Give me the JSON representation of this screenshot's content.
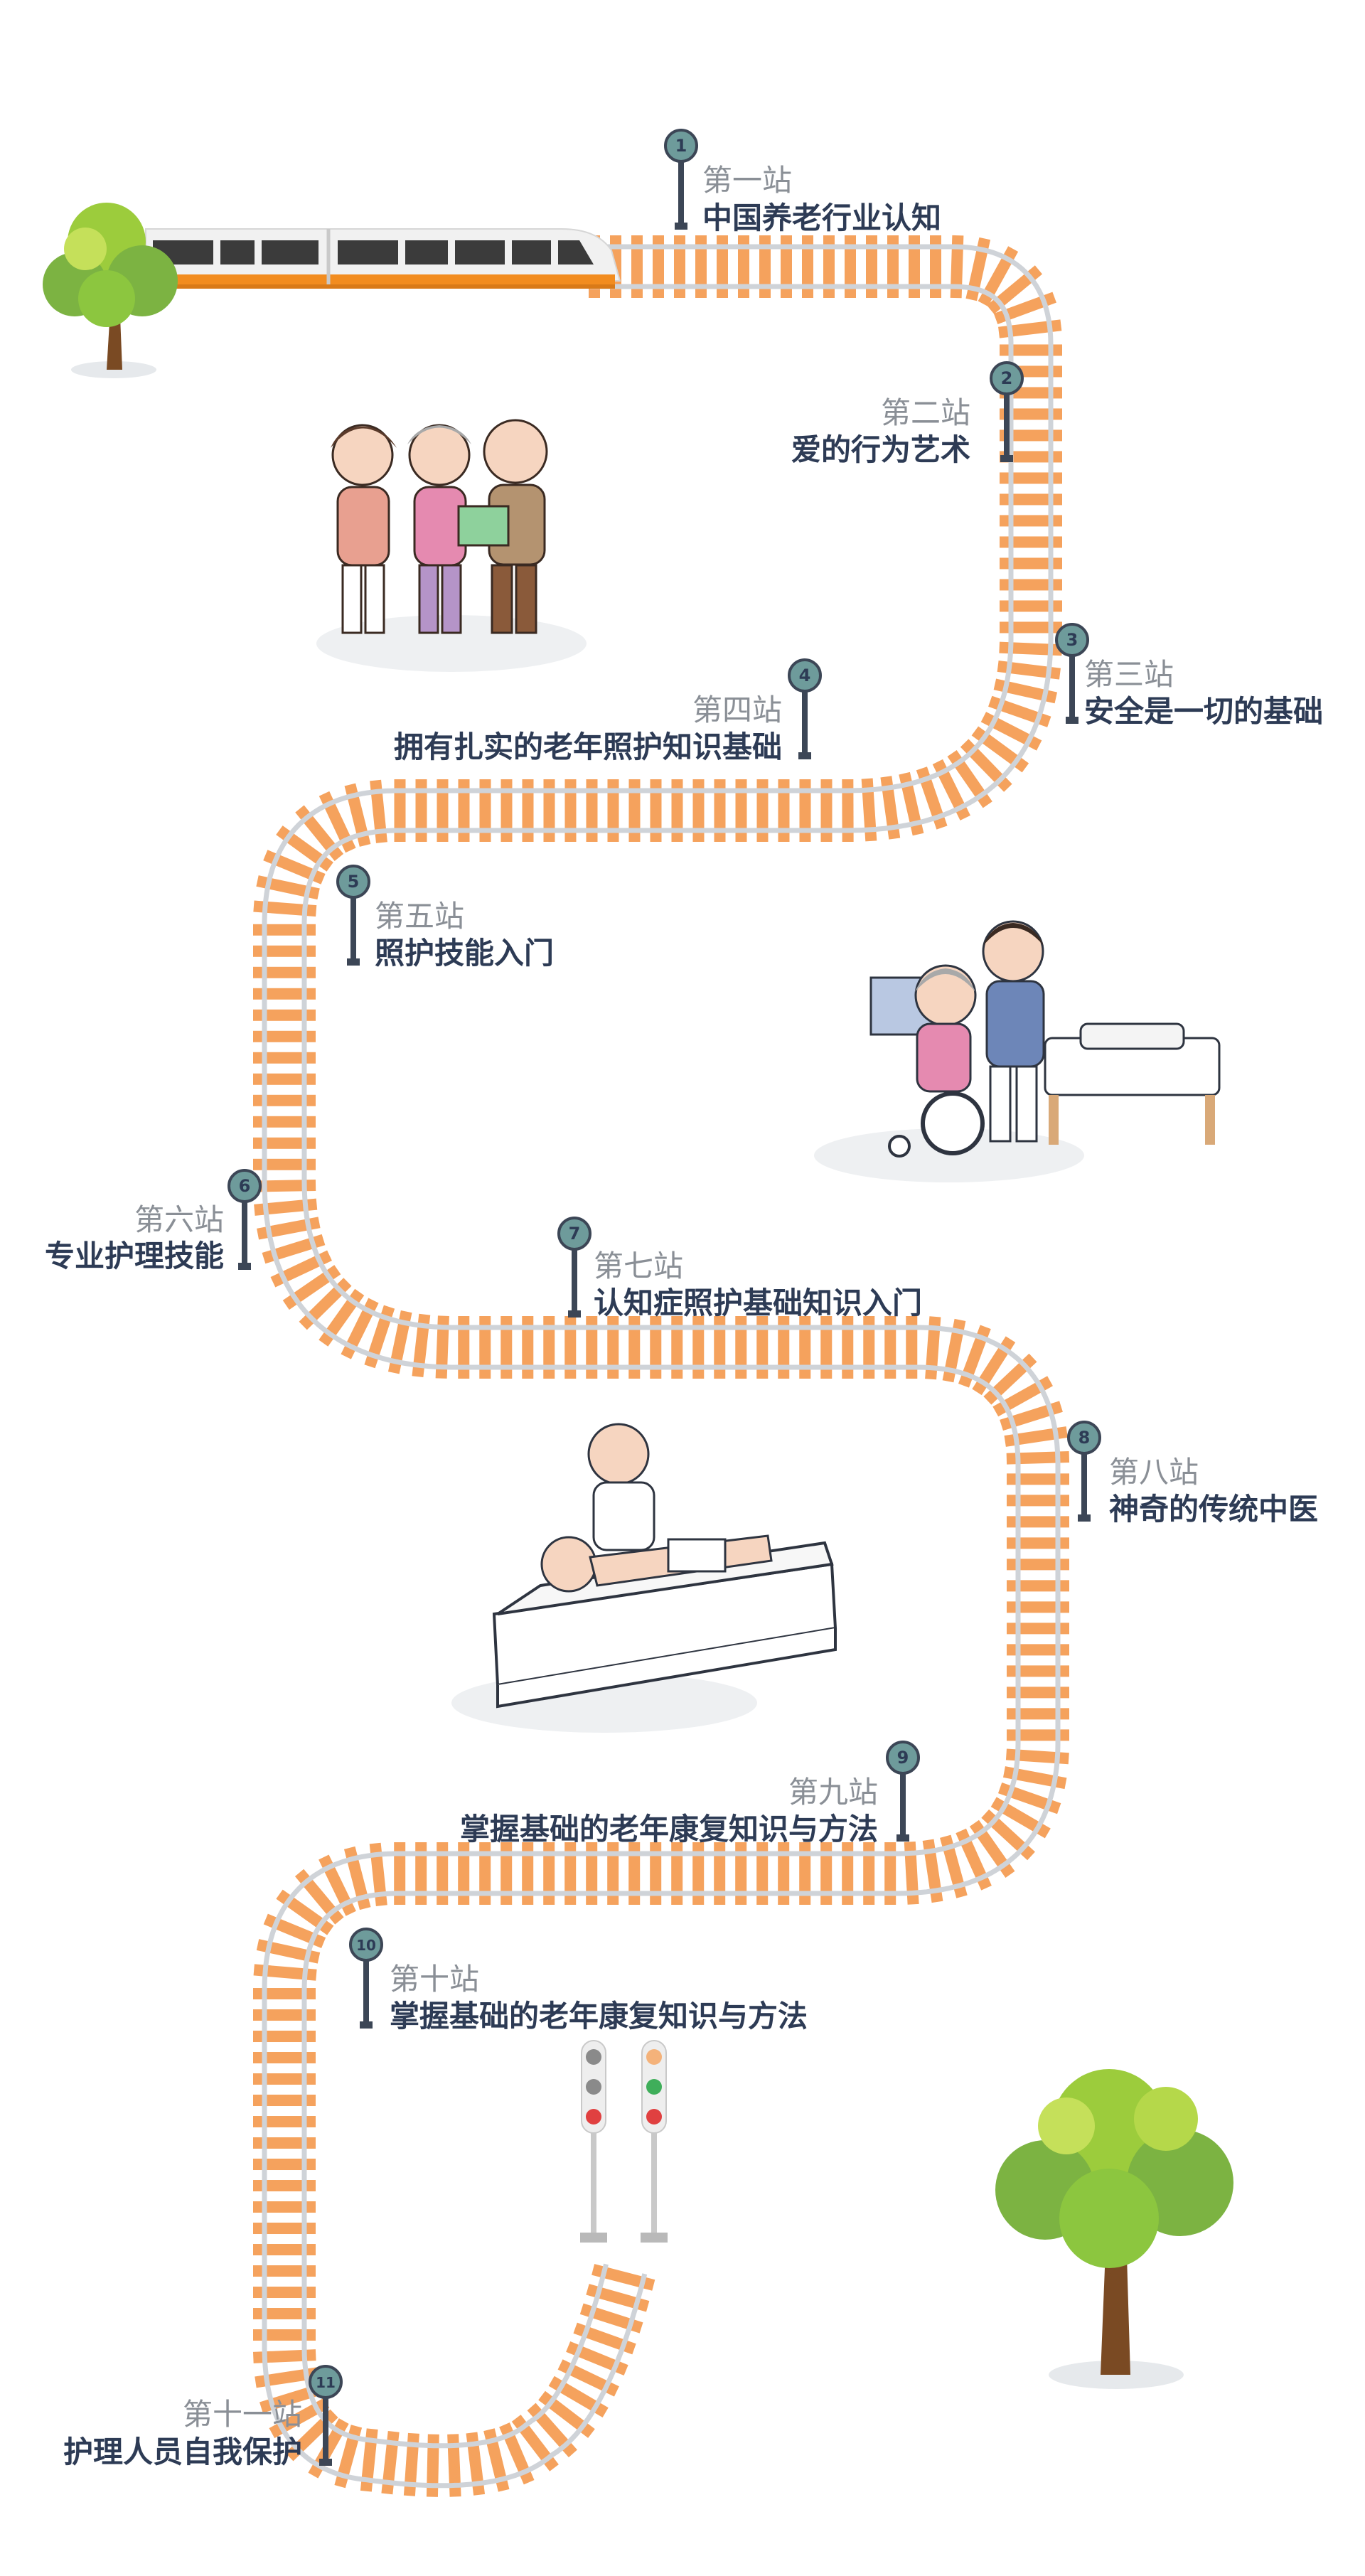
{
  "stations": [
    {
      "number": "1",
      "sub": "第一站",
      "title": "中国养老行业认知"
    },
    {
      "number": "2",
      "sub": "第二站",
      "title": "爱的行为艺术"
    },
    {
      "number": "3",
      "sub": "第三站",
      "title": "安全是一切的基础"
    },
    {
      "number": "4",
      "sub": "第四站",
      "title": "拥有扎实的老年照护知识基础"
    },
    {
      "number": "5",
      "sub": "第五站",
      "title": "照护技能入门"
    },
    {
      "number": "6",
      "sub": "第六站",
      "title": "专业护理技能"
    },
    {
      "number": "7",
      "sub": "第七站",
      "title": "认知症照护基础知识入门"
    },
    {
      "number": "8",
      "sub": "第八站",
      "title": "神奇的传统中医"
    },
    {
      "number": "9",
      "sub": "第九站",
      "title": "掌握基础的老年康复知识与方法"
    },
    {
      "number": "10",
      "sub": "第十站",
      "title": "掌握基础的老年康复知识与方法"
    },
    {
      "number": "11",
      "sub": "第十一站",
      "title": "护理人员自我保护"
    }
  ],
  "colors": {
    "sleeper": "#f5a25d",
    "rail": "#cfd3d8",
    "marker_fill": "#6e9b9b",
    "marker_pole": "#3c4656",
    "label_sub": "#8a8f96",
    "label_main": "#2d3b55",
    "train_body": "#f1f1f1",
    "train_stripe": "#f28c1f",
    "train_window": "#3b3b3b",
    "tree_leaf": "#8cc63f",
    "tree_trunk": "#7a4a23"
  },
  "illustrations": [
    "train-icon",
    "tree-icon",
    "singing-seniors-illustration",
    "caregiver-wheelchair-illustration",
    "massage-doctor-illustration",
    "traffic-signal-icon"
  ]
}
